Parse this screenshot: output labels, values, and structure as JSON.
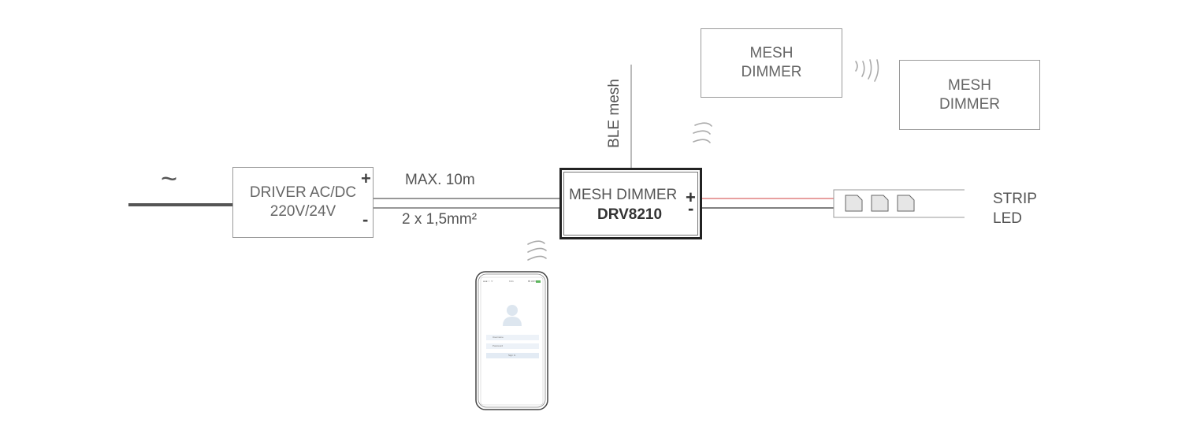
{
  "ac_symbol": "~",
  "driver": {
    "line1": "DRIVER AC/DC",
    "line2": "220V/24V",
    "plus": "+",
    "minus": "-"
  },
  "cable": {
    "length": "MAX. 10m",
    "section": "2 x 1,5mm²"
  },
  "dimmer": {
    "name": "MESH DIMMER",
    "model": "DRV8210",
    "plus": "+",
    "minus": "-"
  },
  "mesh_label": "BLE mesh",
  "mesh_dimmers": [
    {
      "line1": "MESH",
      "line2": "DIMMER"
    },
    {
      "line1": "MESH",
      "line2": "DIMMER"
    }
  ],
  "strip": {
    "line1": "STRIP",
    "line2": "LED"
  },
  "phone": {
    "status_left": "●●●○○ ᯤ",
    "status_center": "9:41",
    "status_right": "✱ 100%",
    "username": "Username",
    "password": "Password",
    "signin": "Sign In"
  },
  "colors": {
    "wire": "#555555",
    "positive_wire": "#e08080",
    "box_border": "#9a9a9a",
    "signal": "#aaaaaa"
  }
}
